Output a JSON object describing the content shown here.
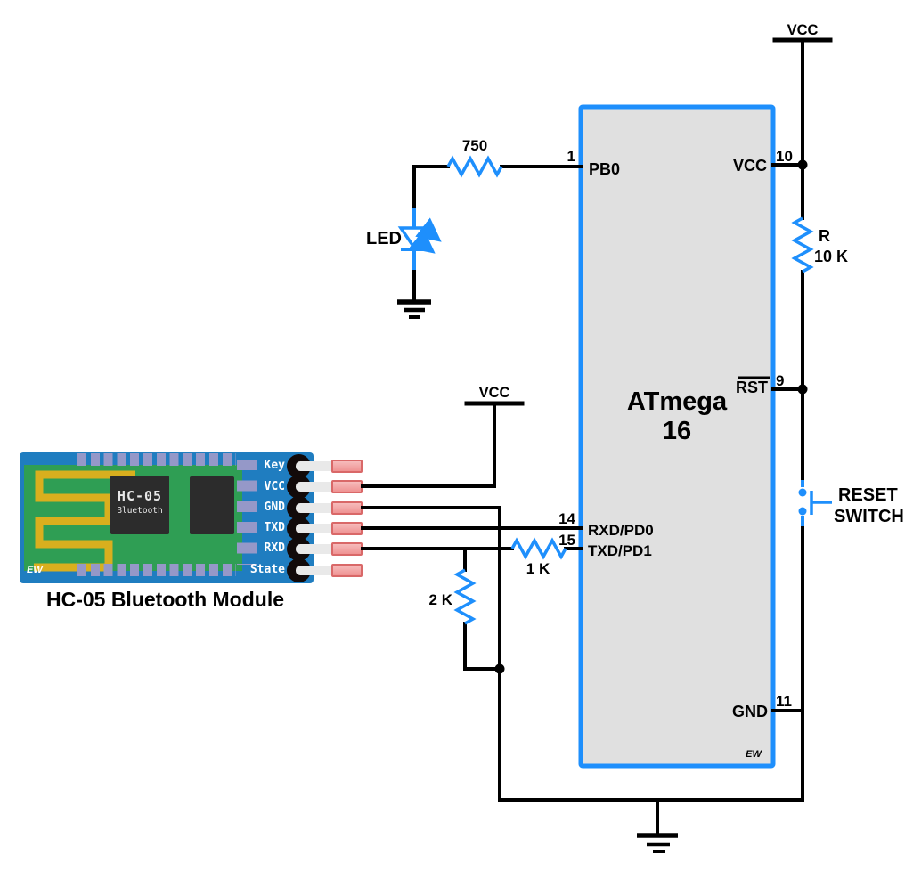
{
  "power": {
    "vcc_top": "VCC",
    "vcc_mid": "VCC"
  },
  "ic": {
    "line1": "ATmega",
    "line2": "16",
    "watermark": "EW",
    "pins": {
      "pb0": {
        "num": "1",
        "label": "PB0"
      },
      "vcc": {
        "num": "10",
        "label": "VCC"
      },
      "rst": {
        "num": "9",
        "label": "RST"
      },
      "rxd_pd0": {
        "num": "14",
        "label": "RXD/PD0"
      },
      "txd_pd1": {
        "num": "15",
        "label": "TXD/PD1"
      },
      "gnd": {
        "num": "11",
        "label": "GND"
      }
    }
  },
  "components": {
    "led_series_resistor": "750",
    "led_label": "LED",
    "pullup_ref": "R",
    "pullup_value": "10 K",
    "series_resistor_txd": "1 K",
    "divider_resistor": "2 K",
    "reset_switch_line1": "RESET",
    "reset_switch_line2": "SWITCH"
  },
  "hc05": {
    "chip_line1": "HC-05",
    "chip_line2": "Bluetooth",
    "watermark": "EW",
    "pin_labels": [
      "Key",
      "VCC",
      "GND",
      "TXD",
      "RXD",
      "State"
    ],
    "caption": "HC-05 Bluetooth Module"
  },
  "colors": {
    "schematic_blue": "#1e8ffc",
    "board_blue": "#1f7dc0",
    "pcb_green": "#2f9e54",
    "antenna_yellow": "#d9af1e",
    "pad_lavender": "#9598c8",
    "ic_fill": "#e0e0e0",
    "pin_tip_pink": "#f2a2a2"
  }
}
